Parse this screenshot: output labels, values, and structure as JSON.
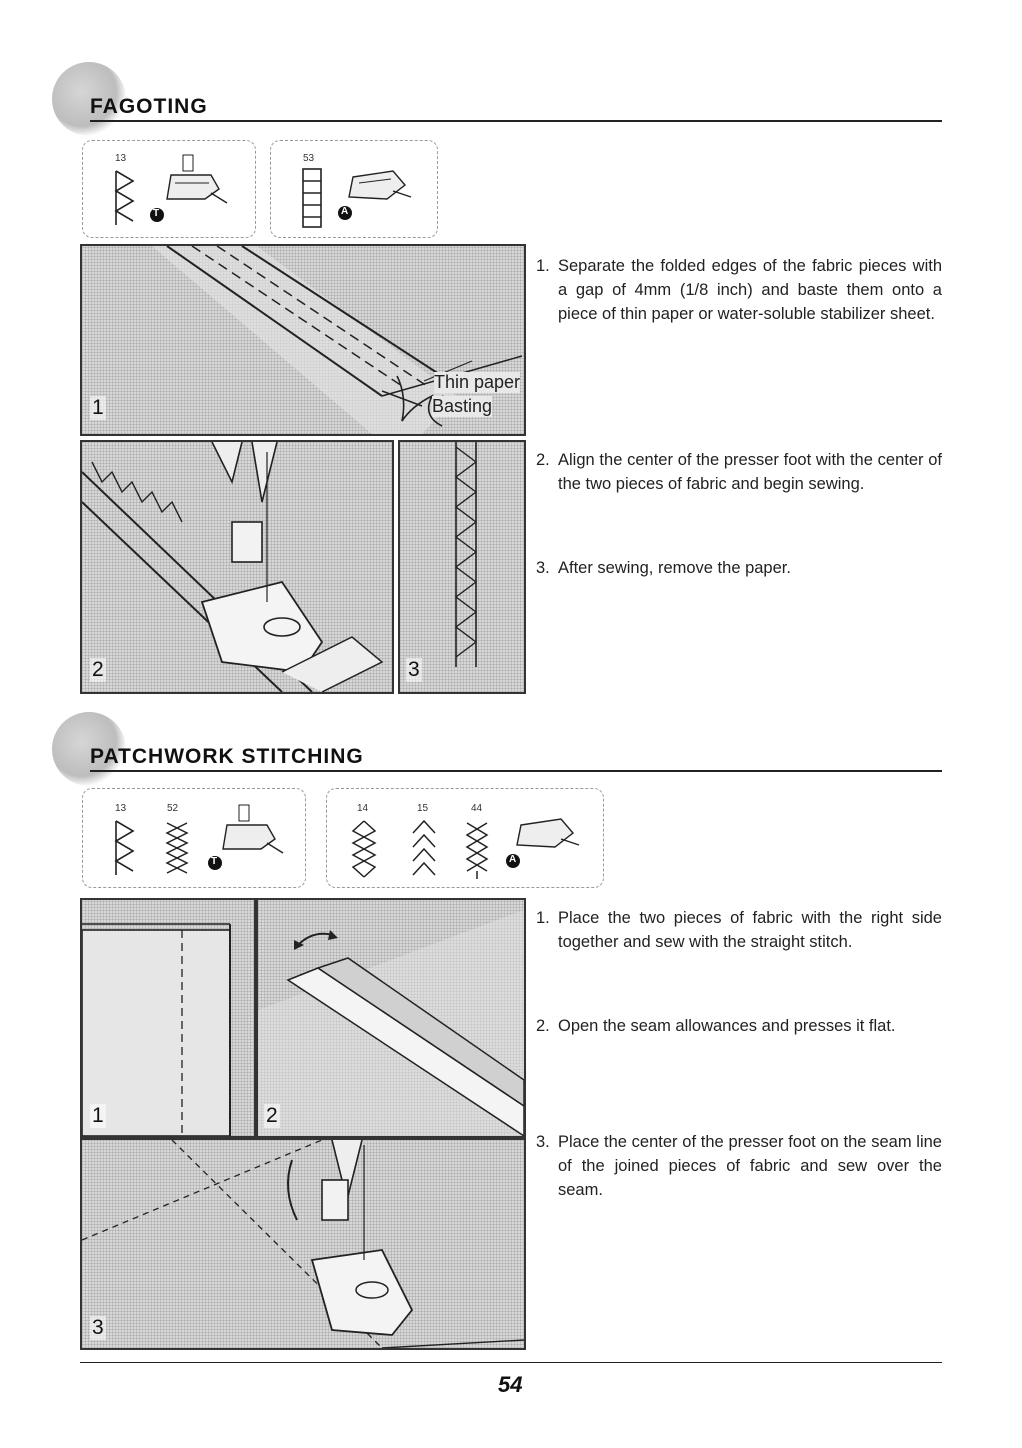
{
  "fagoting": {
    "title": "FAGOTING",
    "cards": [
      {
        "number": "13",
        "foot_badge": "T"
      },
      {
        "number": "53",
        "foot_badge": "A"
      }
    ],
    "figures": [
      {
        "label": "1",
        "callouts": [
          "Thin paper",
          "Basting"
        ]
      },
      {
        "label": "2"
      },
      {
        "label": "3"
      }
    ],
    "steps": [
      {
        "num": "1.",
        "text": "Separate the folded edges of the fabric pieces with a gap of 4mm (1/8 inch) and baste them onto a piece of thin paper or water-soluble stabilizer sheet."
      },
      {
        "num": "2.",
        "text": "Align the center of the presser foot with the center of the two pieces of fabric and begin sewing."
      },
      {
        "num": "3.",
        "text": "After sewing, remove the paper."
      }
    ]
  },
  "patchwork": {
    "title": "PATCHWORK STITCHING",
    "cards": [
      {
        "numbers": [
          "13",
          "52"
        ],
        "foot_badge": "T"
      },
      {
        "numbers": [
          "14",
          "15",
          "44"
        ],
        "foot_badge": "A"
      }
    ],
    "figures": [
      {
        "label": "1"
      },
      {
        "label": "2"
      },
      {
        "label": "3"
      }
    ],
    "steps": [
      {
        "num": "1.",
        "text": "Place the two pieces of fabric with the right side together and sew with the straight stitch."
      },
      {
        "num": "2.",
        "text": "Open the seam allowances and presses it flat."
      },
      {
        "num": "3.",
        "text": "Place the center of the presser foot on the seam line of the joined pieces of fabric and sew over the seam."
      }
    ]
  },
  "footer": {
    "page_number": "54"
  }
}
